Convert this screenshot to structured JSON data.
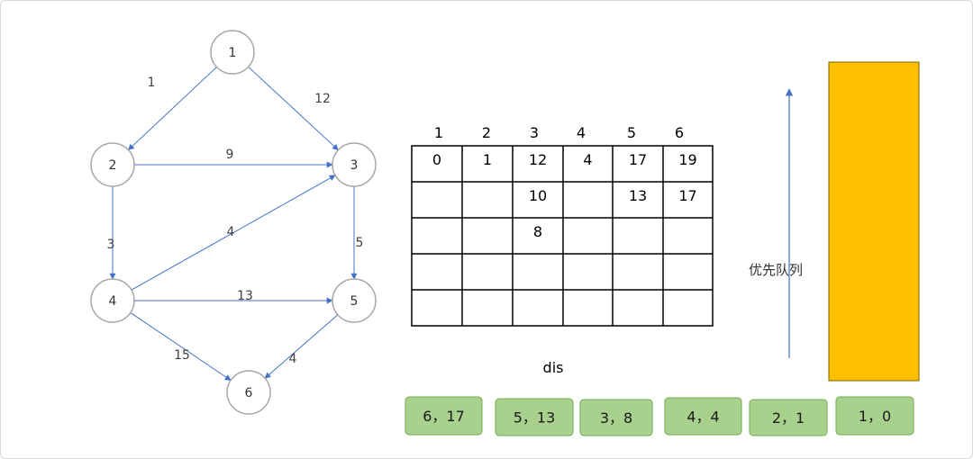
{
  "graph": {
    "nodes": [
      "1",
      "2",
      "3",
      "4",
      "5",
      "6"
    ],
    "edges": [
      {
        "from": "1",
        "to": "2",
        "weight": "1"
      },
      {
        "from": "1",
        "to": "3",
        "weight": "12"
      },
      {
        "from": "2",
        "to": "3",
        "weight": "9"
      },
      {
        "from": "2",
        "to": "4",
        "weight": "3"
      },
      {
        "from": "4",
        "to": "3",
        "weight": "4"
      },
      {
        "from": "3",
        "to": "5",
        "weight": "5"
      },
      {
        "from": "4",
        "to": "5",
        "weight": "13"
      },
      {
        "from": "4",
        "to": "6",
        "weight": "15"
      },
      {
        "from": "5",
        "to": "6",
        "weight": "4"
      }
    ]
  },
  "dis_table": {
    "headers": [
      "1",
      "2",
      "3",
      "4",
      "5",
      "6"
    ],
    "rows": [
      [
        "0",
        "1",
        "12",
        "4",
        "17",
        "19"
      ],
      [
        "",
        "",
        "10",
        "",
        "13",
        "17"
      ],
      [
        "",
        "",
        "8",
        "",
        "",
        ""
      ],
      [
        "",
        "",
        "",
        "",
        "",
        ""
      ],
      [
        "",
        "",
        "",
        "",
        "",
        ""
      ]
    ],
    "caption": "dis"
  },
  "priority_queue": {
    "label": "优先队列",
    "bar_color": "#FFC000",
    "arrow_color": "#4472C4"
  },
  "queue_items": [
    "6，17",
    "5，13",
    "3，8",
    "4，4",
    "2，1",
    "1，0"
  ],
  "colors": {
    "node_stroke": "#A6A6A6",
    "edge": "#4472C4",
    "chip_fill": "#A9D18E",
    "chip_stroke": "#70AD47"
  }
}
